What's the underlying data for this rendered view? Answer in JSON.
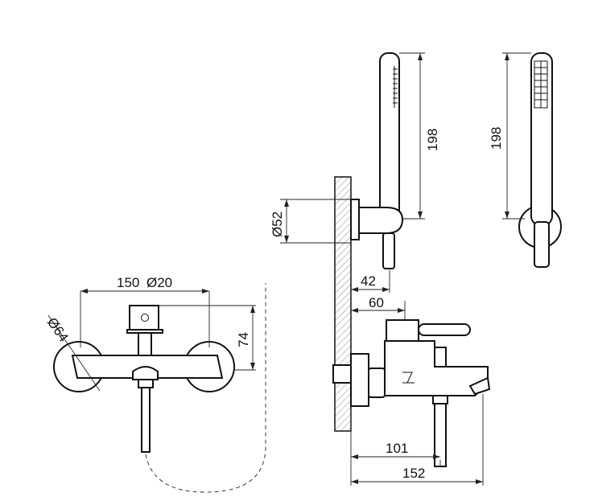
{
  "dimensions": {
    "width_total": "150",
    "pipe_diameter": "Ø20",
    "rosette_diameter": "Ø64",
    "body_height": "74",
    "wall_flange_diameter": "Ø52",
    "offset_42": "42",
    "offset_60": "60",
    "handshower_length_side": "198",
    "handshower_length_front": "198",
    "spout_101": "101",
    "spout_152": "152"
  },
  "colors": {
    "line": "#111111",
    "hatch": "#888888"
  }
}
